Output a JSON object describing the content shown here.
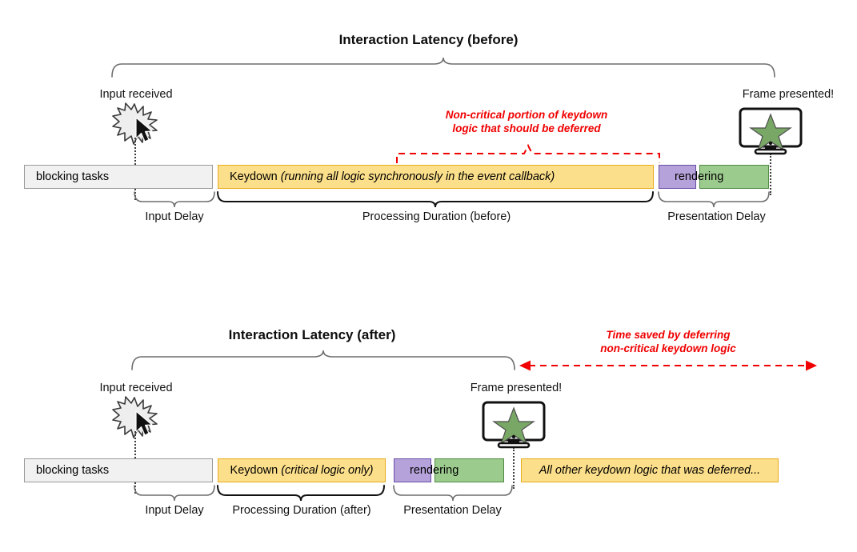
{
  "diagram": {
    "title_before": "Interaction Latency (before)",
    "title_after": "Interaction Latency (after)"
  },
  "before": {
    "title": "Interaction Latency (before)",
    "input_caption": "Input received",
    "frame_caption": "Frame presented!",
    "annotation_line1": "Non-critical portion of keydown",
    "annotation_line2": "logic that should be deferred",
    "bars": {
      "blocking": "blocking tasks",
      "keydown_main": "Keydown ",
      "keydown_italic": "(running all logic synchronously in the event callback)",
      "rendering": "rendering"
    },
    "braces": {
      "input_delay": "Input Delay",
      "processing": "Processing Duration (before)",
      "presentation": "Presentation Delay"
    },
    "icons": {
      "burst": "input-burst-icon",
      "cursor": "mouse-cursor-icon",
      "monitor": "monitor-icon",
      "star": "star-icon"
    }
  },
  "after": {
    "title": "Interaction Latency (after)",
    "input_caption": "Input received",
    "frame_caption": "Frame presented!",
    "annotation_line1": "Time saved by deferring",
    "annotation_line2": "non-critical keydown logic",
    "bars": {
      "blocking": "blocking tasks",
      "keydown_main": "Keydown ",
      "keydown_italic": "(critical logic only)",
      "rendering": "rendering",
      "deferred": "All other keydown logic that was deferred..."
    },
    "braces": {
      "input_delay": "Input Delay",
      "processing": "Processing Duration (after)",
      "presentation": "Presentation Delay"
    },
    "icons": {
      "burst": "input-burst-icon",
      "cursor": "mouse-cursor-icon",
      "monitor": "monitor-icon",
      "star": "star-icon"
    }
  },
  "colors": {
    "blocking_fill": "#f1f1f1",
    "blocking_border": "#9a9a9a",
    "keydown_fill": "#fcdf8a",
    "keydown_border": "#e8ab1d",
    "render_purple_fill": "#b5a2da",
    "render_purple_border": "#6a4fa8",
    "render_green_fill": "#9ccb8e",
    "render_green_border": "#4f8b42",
    "annotation_red": "#f00000",
    "star_green": "#79a866",
    "brace_gray": "#6e6e6e",
    "brace_dark": "#111111"
  }
}
